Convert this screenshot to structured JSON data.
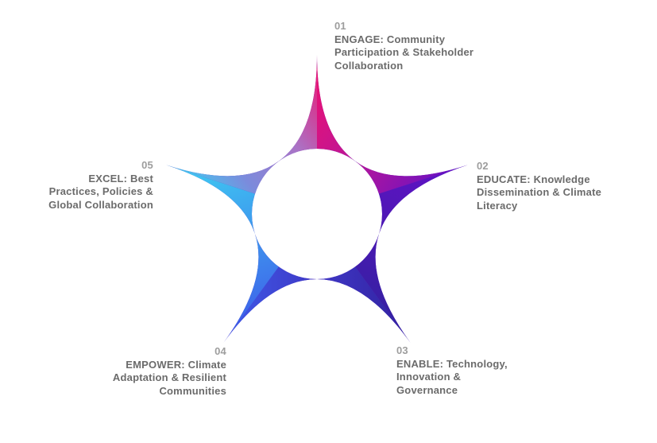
{
  "diagram": {
    "type": "five-point-radial-star",
    "colors": {
      "tip_01_pink": "#F1106E",
      "tip_02_purple": "#6311C6",
      "tip_03_indigo": "#31219F",
      "tip_04_blue": "#3D5BE9",
      "tip_05_cyan": "#3FD0F2",
      "edge_pink_magenta_mid": "#BC1697",
      "edge_indigo_blue_mid": "#3F38C6",
      "edge_cyan_blue_mid": "#7B8BDC",
      "edge_violet_mid": "#AA74C6",
      "seam_base": "#5A2BC0",
      "number_text": "#9D9D9D",
      "label_text": "#6B6B6B"
    },
    "items": [
      {
        "number": "01",
        "lines": [
          "ENGAGE: Community",
          "Participation & Stakeholder",
          "Collaboration"
        ]
      },
      {
        "number": "02",
        "lines": [
          "EDUCATE: Knowledge",
          "Dissemination & Climate",
          "Literacy"
        ]
      },
      {
        "number": "03",
        "lines": [
          "ENABLE: Technology,",
          "Innovation &",
          "Governance"
        ]
      },
      {
        "number": "04",
        "lines": [
          "EMPOWER: Climate",
          "Adaptation & Resilient",
          "Communities"
        ]
      },
      {
        "number": "05",
        "lines": [
          "EXCEL: Best",
          "Practices, Policies &",
          "Global Collaboration"
        ]
      }
    ]
  }
}
